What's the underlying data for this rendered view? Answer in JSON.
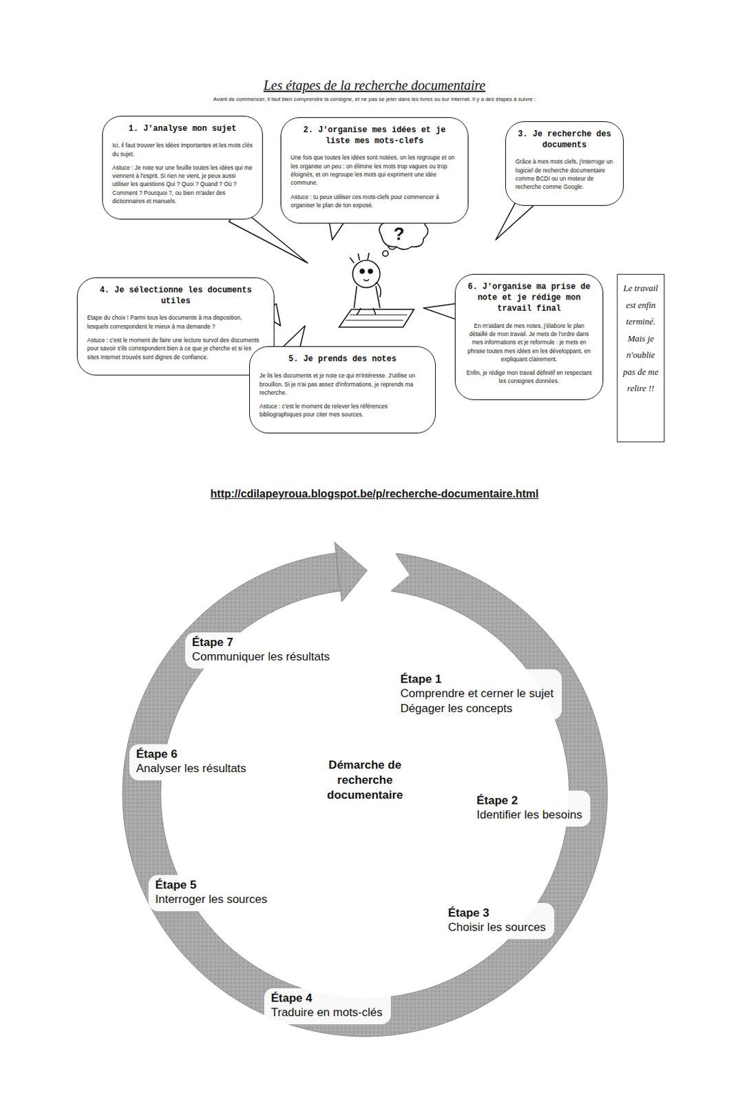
{
  "diagram": {
    "title": "Les étapes de la recherche documentaire",
    "nodes": [
      {
        "text": [
          "1. J'analyse mon sujet",
          "Ici, il faut trouver les idées importantes et les mots clés du sujet.",
          "Astuce : Je note sur une feuille toutes les idées qui me viennent à l'esprit. Si rien ne vient, je peux aussi utiliser les questions Qui ? Quoi ? Quand ? Où ? Comment ? Pourquoi ?, ou bien m'aider des dictionnaires et manuels."
        ]
      },
      {
        "text": [
          "2. J'organise mes idées et je liste mes mots-clefs",
          "Une fois que toutes les idées sont notées, on les regroupe et on les organise un peu : on élimine les mots trop vagues ou trop éloignés, et on regroupe les mots qui expriment une idée commune.",
          "Astuce : tu peux utiliser ces mots-clefs pour commencer à organiser le plan de ton exposé."
        ]
      },
      {
        "text": [
          "3. Je recherche des documents",
          "Grâce à mes mots clefs, j'interroge un logiciel de recherche documentaire comme BCDI ou un moteur de recherche comme Google."
        ]
      },
      {
        "text": [
          "4. Je sélectionne les documents utiles",
          "Etape du choix ! Parmi tous les documents à ma disposition, lesquels correspondent le mieux à ma demande ?",
          "Astuce : c'est le moment de faire une lecture survol des documents pour savoir s'ils correspondent bien à ce que je cherche et si les sites Internet trouvés sont dignes de confiance."
        ]
      },
      {
        "text": [
          "5. Je prends des notes",
          "Je lis les documents et je note ce qui m'intéresse. J'utilise un brouillon. Si je n'ai pas assez d'informations, je reprends ma recherche.",
          "Astuce : c'est le moment de relever les références bibliographiques pour citer mes sources."
        ]
      },
      {
        "text": [
          "6. J'organise ma prise de note et je rédige mon travail final",
          "En m'aidant de mes notes, j'élabore le plan détaillé de mon travail. Je mets de l'ordre dans mes informations et je reformule : je mets en phrase toutes mes idées en les développant, en expliquant clairement.",
          "Enfin, je rédige mon travail définitif en respectant les consignes données."
        ]
      },
      {
        "text": [
          "Le travail est enfin terminé. Mais je n'oublie pas de me relire !!"
        ]
      },
      {
        "text": [
          "Étape 1",
          "Comprendre et cerner le sujet",
          "Dégager les concepts"
        ]
      },
      {
        "text": [
          "Étape 2",
          "Identifier les besoins"
        ]
      },
      {
        "text": [
          "Étape 3",
          "Choisir les sources"
        ]
      },
      {
        "text": [
          "Étape 4",
          "Traduire en mots-clés"
        ]
      },
      {
        "text": [
          "Étape 5",
          "Interroger les sources"
        ]
      },
      {
        "text": [
          "Étape 6",
          "Analyser les résultats"
        ]
      },
      {
        "text": [
          "Étape 7",
          "Communiquer les résultats"
        ]
      }
    ],
    "labels": [
      "Avant de commencer, il faut bien comprendre la consigne, et ne pas se jeter dans les livres ou sur Internet. Il y a des étapes à suivre :",
      "?",
      "http://cdilapeyroua.blogspot.be/p/recherche-documentaire.html",
      "Démarche de recherche documentaire"
    ]
  }
}
